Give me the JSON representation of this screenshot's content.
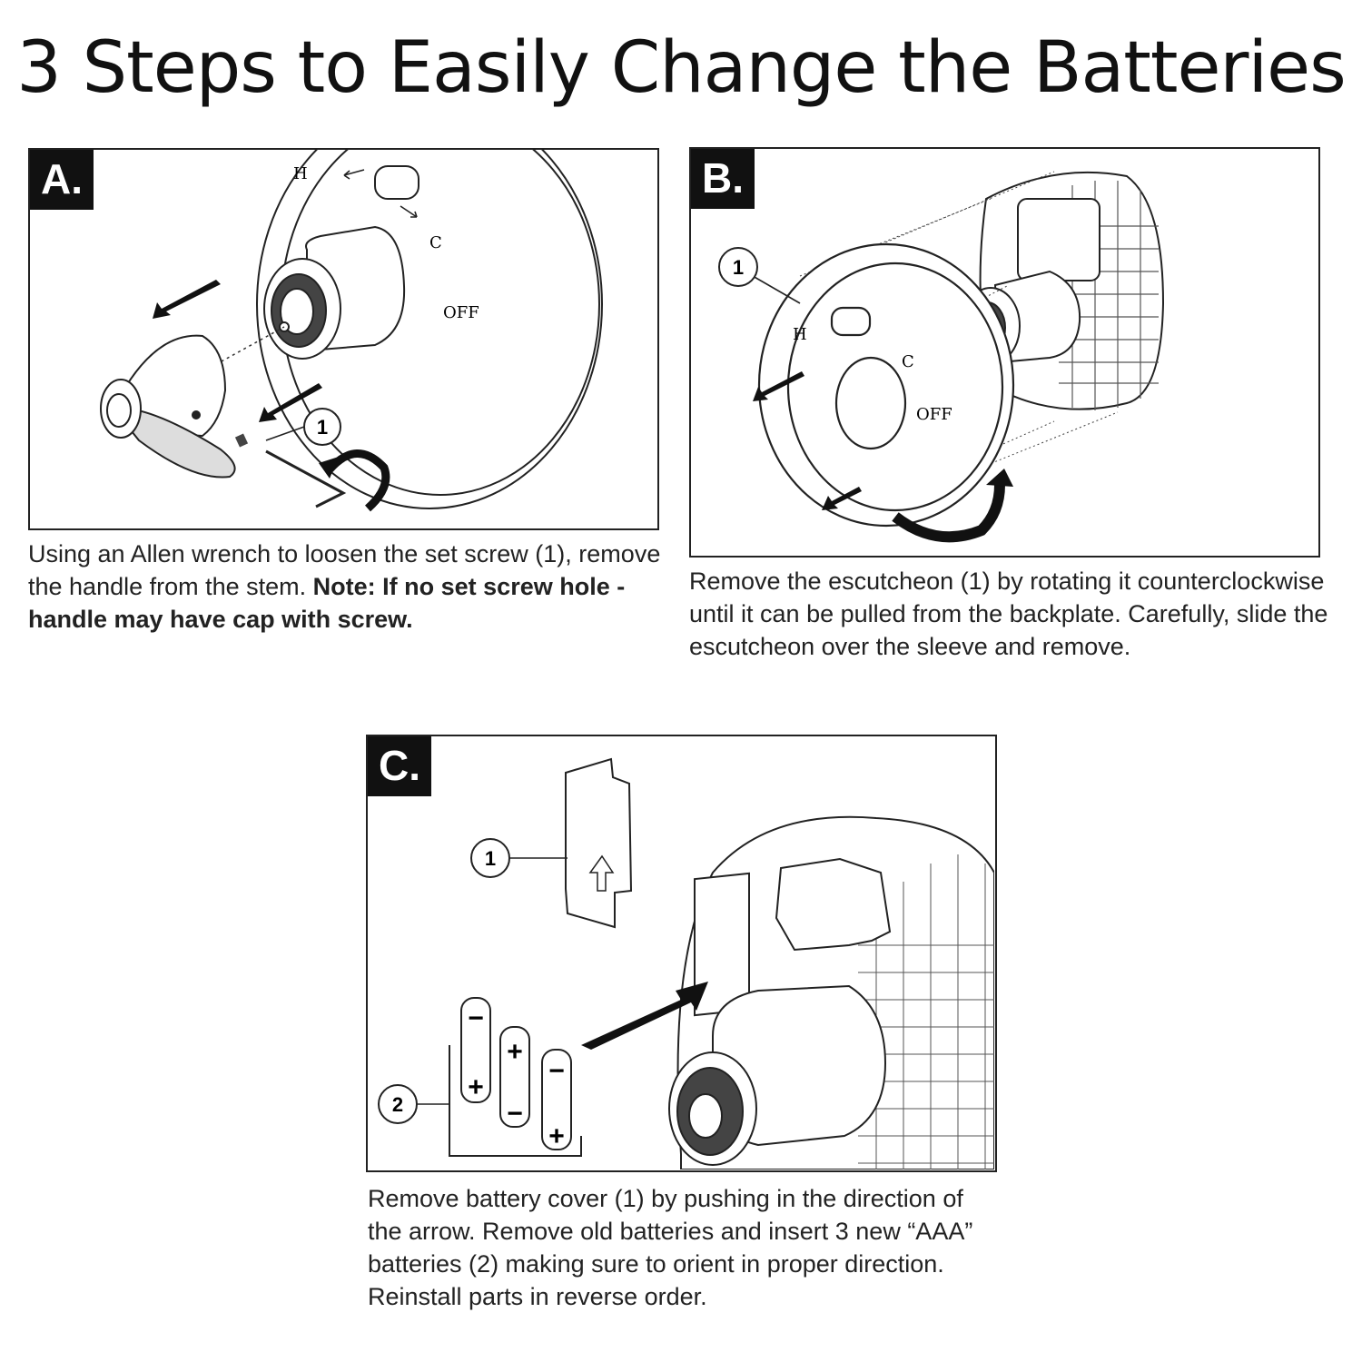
{
  "title": "3 Steps to Easily Change the Batteries",
  "steps": {
    "a": {
      "label": "A.",
      "callout": "1",
      "caption_text": "Using an Allen wrench to loosen the set screw (1), remove the handle from the stem. ",
      "caption_note": "Note: If no set screw hole - handle may have cap with screw.",
      "dial_hot": "H",
      "dial_cold": "C",
      "dial_off": "OFF"
    },
    "b": {
      "label": "B.",
      "callout": "1",
      "caption_text": "Remove the escutcheon (1) by rotating it counterclockwise until it can be pulled from the backplate. Carefully, slide the escutcheon over the sleeve and remove.",
      "dial_hot": "H",
      "dial_cold": "C",
      "dial_off": "OFF"
    },
    "c": {
      "label": "C.",
      "callout_cover": "1",
      "callout_batteries": "2",
      "battery_plus": "+",
      "battery_minus": "−",
      "caption_text": "Remove battery cover (1) by pushing in the direction of the arrow. Remove old batteries and insert 3 new “AAA” batteries (2) making sure to orient in proper direction. Reinstall parts in reverse order."
    }
  }
}
